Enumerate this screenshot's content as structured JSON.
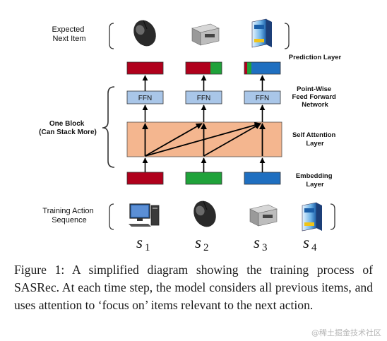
{
  "figure": {
    "left_labels": {
      "expected": [
        "Expected",
        "Next Item"
      ],
      "block": [
        "One Block",
        "(Can Stack More)"
      ],
      "training": [
        "Training Action",
        "Sequence"
      ]
    },
    "right_labels": {
      "prediction": "Prediction Layer",
      "ffn_layer": [
        "Point-Wise",
        "Feed Forward",
        "Network"
      ],
      "attention": [
        "Self Attention",
        "Layer"
      ],
      "embedding": [
        "Embedding",
        "Layer"
      ]
    },
    "ffn_label": "FFN",
    "seq_symbols": [
      {
        "base": "s",
        "sub": "1"
      },
      {
        "base": "s",
        "sub": "2"
      },
      {
        "base": "s",
        "sub": "3"
      },
      {
        "base": "s",
        "sub": "4"
      }
    ],
    "colors": {
      "red": "#b0001c",
      "green": "#1fa23a",
      "blue": "#1f6fc0",
      "attention_fill": "#f4b68f",
      "ffn_fill": "#a9c6e8"
    },
    "items": [
      "computer-icon",
      "mouse-icon",
      "printer-icon",
      "software-box-icon"
    ]
  },
  "caption": "Figure 1: A simplified diagram showing the training process of SASRec. At each time step, the model considers all previous items, and uses attention to ‘focus on’ items relevant to the next action.",
  "watermark": "@稀土掘金技术社区"
}
